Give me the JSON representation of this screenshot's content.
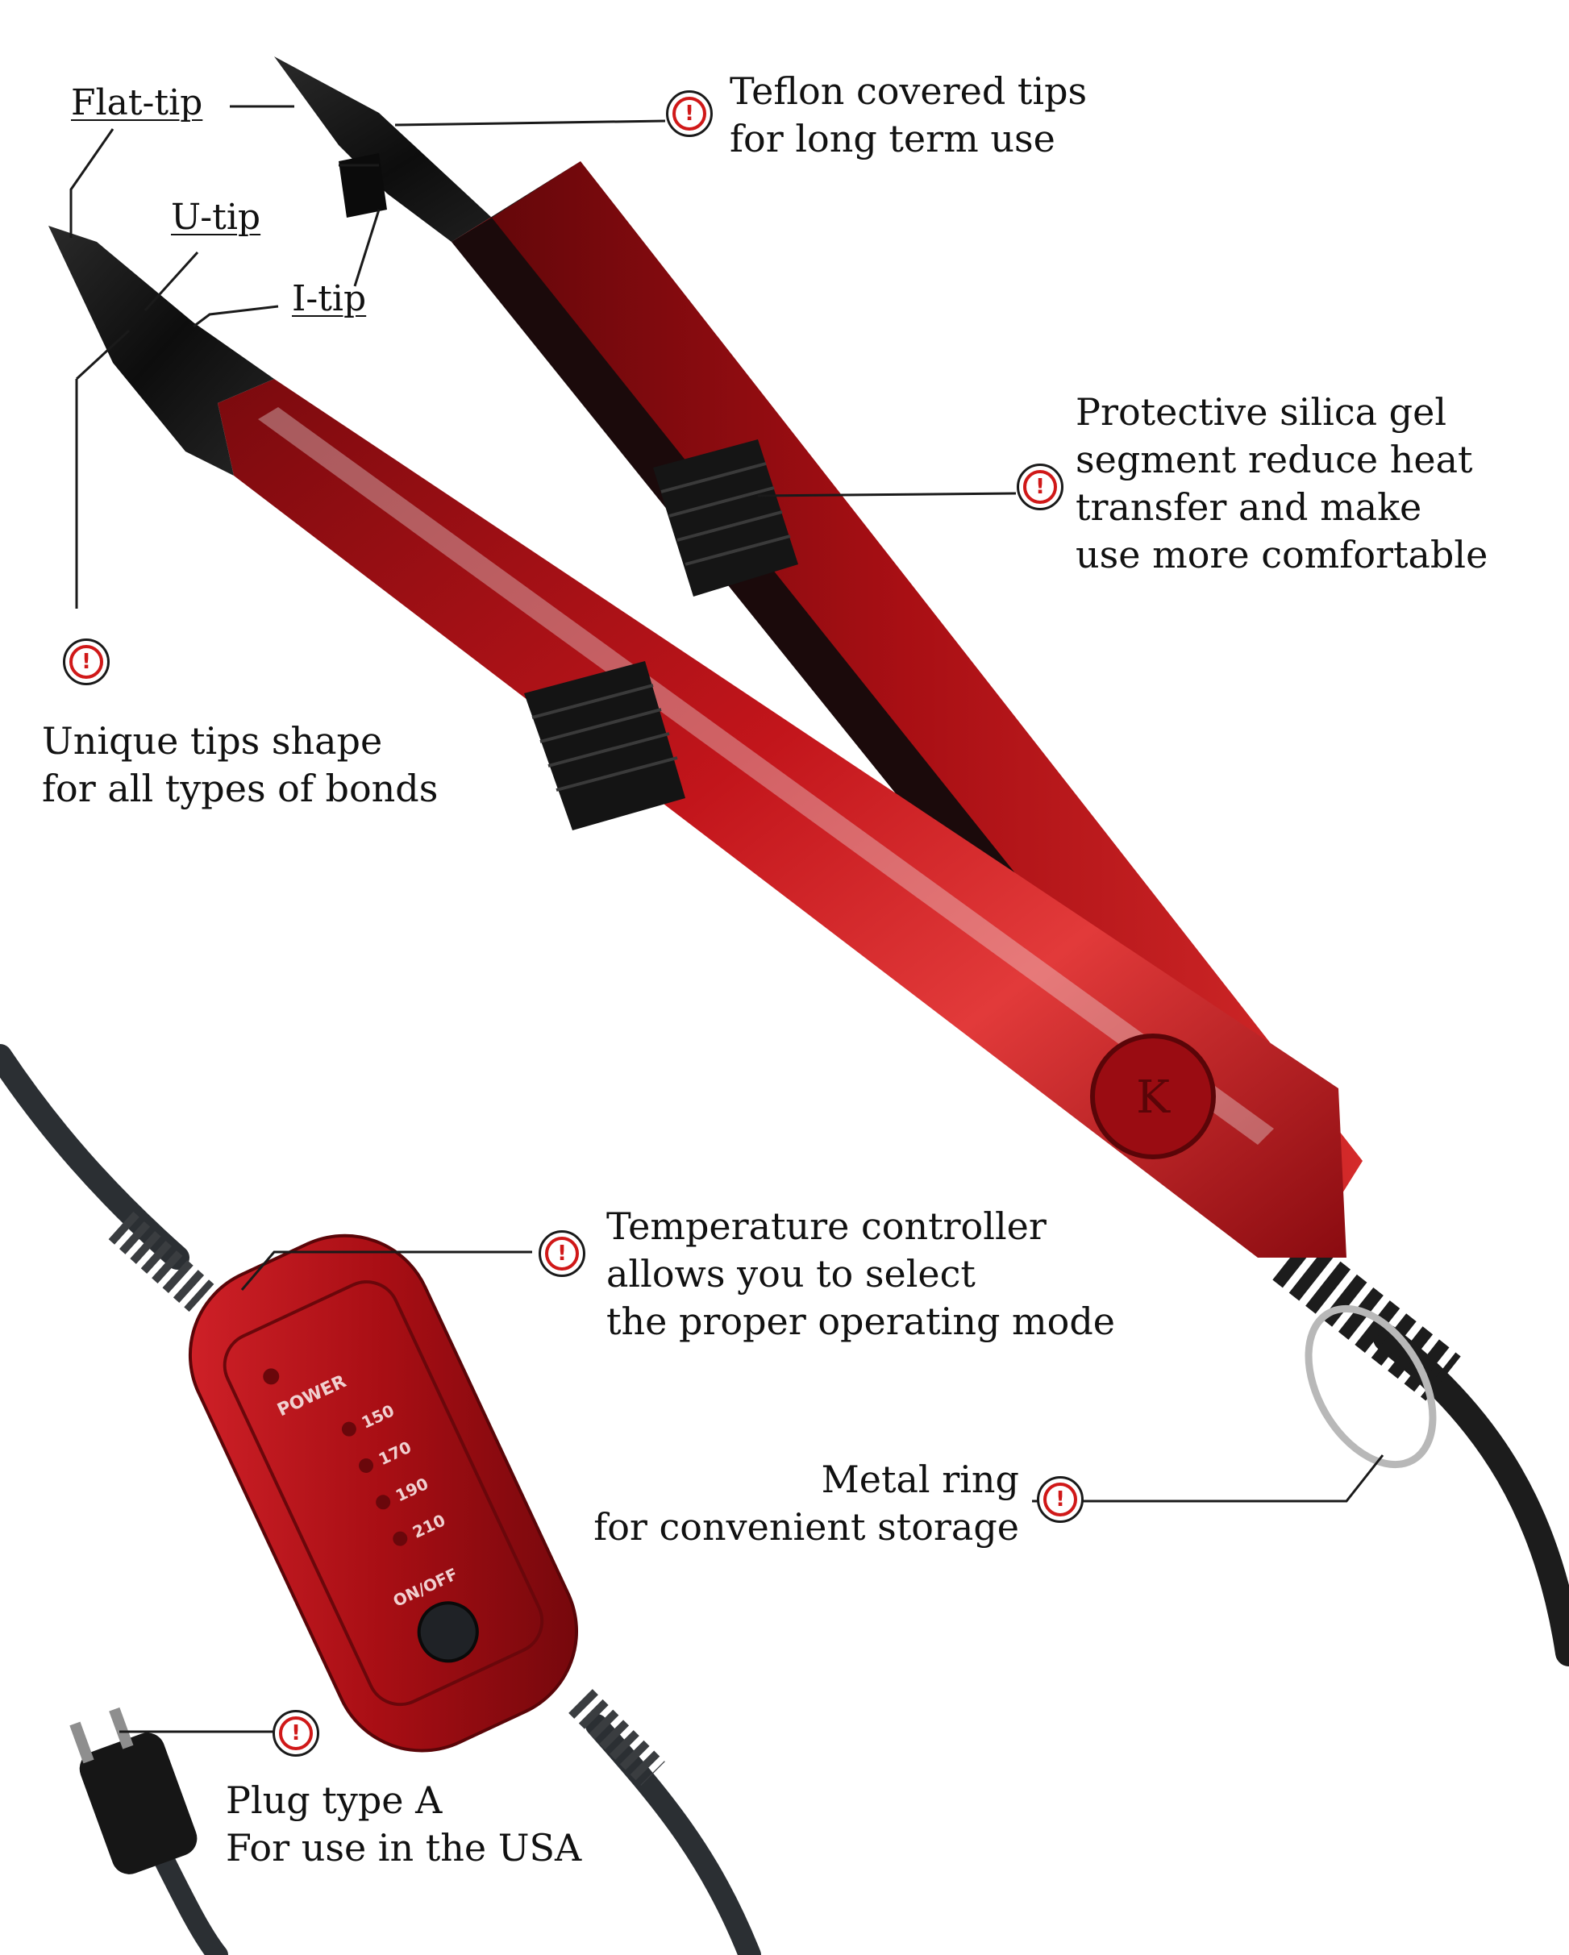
{
  "tip_labels": {
    "flat": "Flat-tip",
    "u": "U-tip",
    "i": "I-tip"
  },
  "callouts": {
    "teflon": {
      "line1": "Teflon covered tips",
      "line2": "for long term use"
    },
    "silica": {
      "line1": "Protective silica gel",
      "line2": "segment reduce heat",
      "line3": "transfer and make",
      "line4": "use more comfortable"
    },
    "tips": {
      "line1": "Unique tips shape",
      "line2": "for all types of bonds"
    },
    "temperature": {
      "line1": "Temperature controller",
      "line2": "allows you to select",
      "line3": "the proper operating mode"
    },
    "ring": {
      "line1": "Metal ring",
      "line2": "for convenient storage"
    },
    "plug": {
      "line1": "Plug type A",
      "line2": "For use in the USA"
    }
  },
  "controller": {
    "power_label": "POWER",
    "temps": [
      "150",
      "170",
      "190",
      "210"
    ],
    "button_label": "ON/OFF"
  },
  "brand_mark": "K",
  "marker_glyph": "!",
  "colors": {
    "body_red": "#b01015",
    "tip_black": "#151515",
    "marker_red": "#d01818"
  }
}
